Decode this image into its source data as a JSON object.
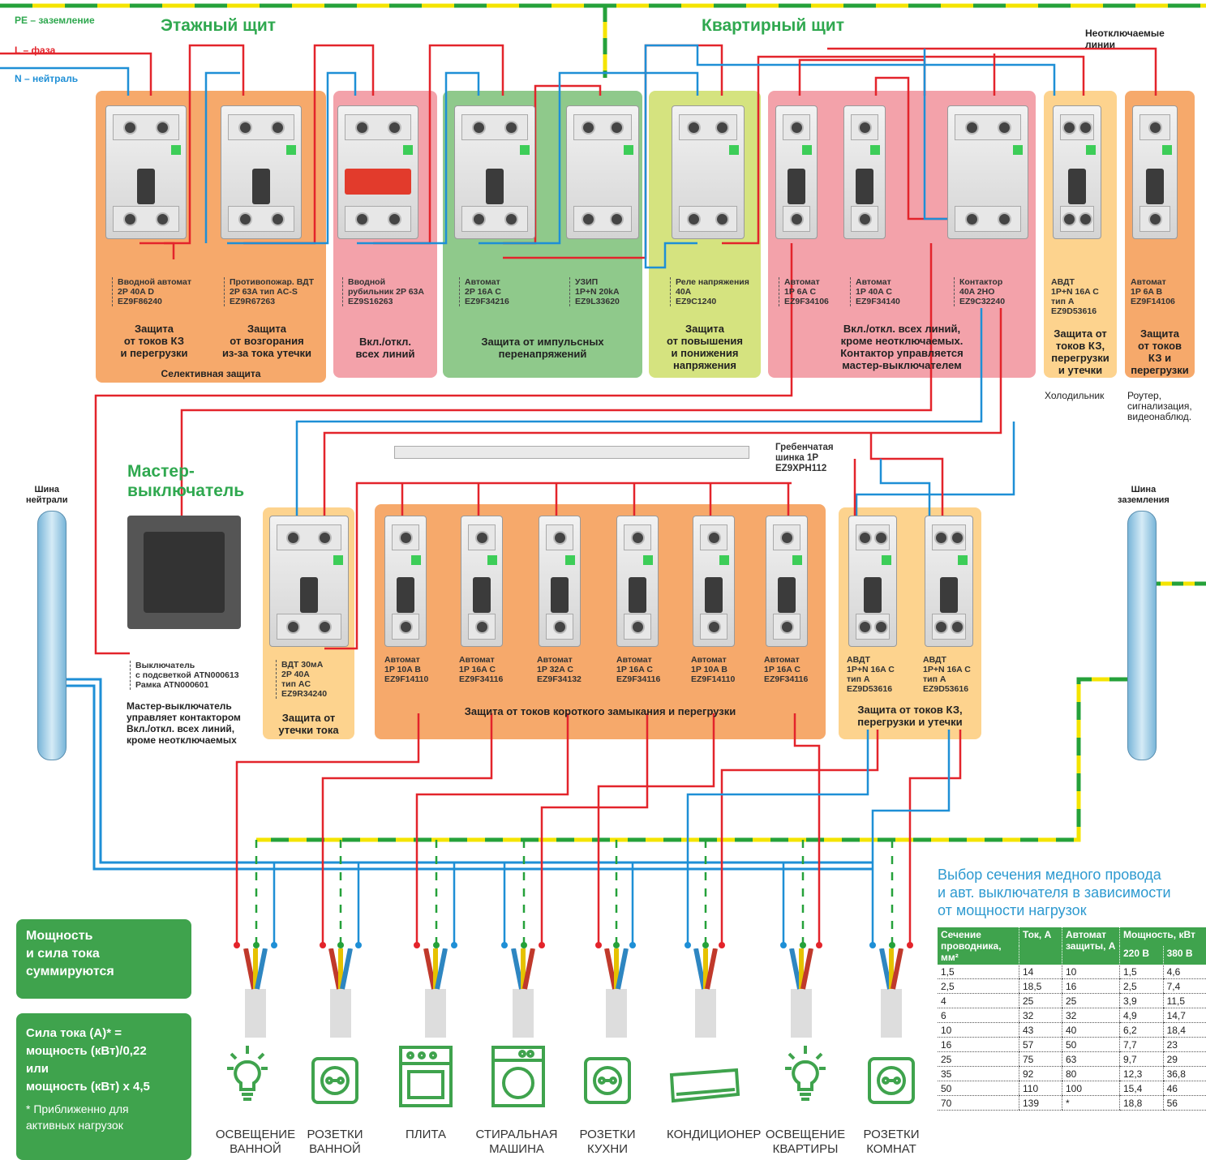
{
  "legend": {
    "pe": "PE – заземление",
    "l": "L – фаза",
    "n": "N – нейтраль"
  },
  "titles": {
    "floor": "Этажный щит",
    "apartment": "Квартирный щит",
    "master": "Мастер-\nвыключатель",
    "unswitched": "Неотключаемые\nлинии"
  },
  "devices": {
    "d1": "Вводной автомат\n2P 40A D\nEZ9F86240",
    "d2": "Противопожар. ВДТ\n2P 63A тип AC-S\nEZ9R67263",
    "d3": "Вводной\nрубильник 2P 63A\nEZ9S16263",
    "d4": "Автомат\n2P 16A C\nEZ9F34216",
    "d5": "УЗИП\n1P+N 20kA\nEZ9L33620",
    "d6": "Реле напряжения\n40A\nEZ9C1240",
    "d7": "Автомат\n1P 6A C\nEZ9F34106",
    "d8": "Автомат\n1P 40A C\nEZ9F34140",
    "d9": "Контактор\n40A 2НО\nEZ9C32240",
    "d10": "АВДТ\n1P+N 16A C\nтип А\nEZ9D53616",
    "d11": "Автомат\n1P 6A B\nEZ9F14106",
    "m1": "ВДТ 30мА\n2P 40A\nтип AC\nEZ9R34240",
    "b1": "Автомат\n1P 10A B\nEZ9F14110",
    "b2": "Автомат\n1P 16A C\nEZ9F34116",
    "b3": "Автомат\n1P 32A C\nEZ9F34132",
    "b4": "Автомат\n1P 16A C\nEZ9F34116",
    "b5": "Автомат\n1P 10A B\nEZ9F14110",
    "b6": "Автомат\n1P 16A C\nEZ9F34116",
    "a1": "АВДТ\n1P+N 16A C\nтип А\nEZ9D53616",
    "a2": "АВДТ\n1P+N 16A C\nтип А\nEZ9D53616",
    "switch": "Выключатель\nс подсветкой ATN000613\nРамка ATN000601",
    "comb": "Гребенчатая\nшинка 1P\nEZ9XPH112"
  },
  "descriptions": {
    "p1a": "Защита\nот токов КЗ\nи перегрузки",
    "p1b": "Защита\nот возгорания\nиз-за тока утечки",
    "p1c": "Селективная защита",
    "p2": "Вкл./откл.\nвсех линий",
    "p3": "Защита от импульсных\nперенапряжений",
    "p4": "Защита\nот повышения\nи понижения\nнапряжения",
    "p5": "Вкл./откл. всех линий,\nкроме неотключаемых.\nКонтактор управляется\nмастер-выключателем",
    "p6": "Защита от\nтоков КЗ,\nперегрузки\nи утечки",
    "p7": "Защита\nот токов\nКЗ и\nперегрузки",
    "m1": "Защита от\nутечки тока",
    "b": "Защита от токов короткого замыкания и перегрузки",
    "a": "Защита от токов КЗ,\nперегрузки и утечки",
    "master": "Мастер-выключатель\nуправляет контактором\nВкл./откл. всех линий,\nкроме неотключаемых"
  },
  "unswitched_loads": {
    "fridge": "Холодильник",
    "router": "Роутер,\nсигнализация,\nвидеонаблюд."
  },
  "bus": {
    "neutral": "Шина\nнейтрали",
    "ground": "Шина\nзаземления"
  },
  "loads": [
    {
      "label": "ОСВЕЩЕНИЕ\nВАННОЙ",
      "icon": "light-bulb-icon"
    },
    {
      "label": "РОЗЕТКИ\nВАННОЙ",
      "icon": "socket-icon"
    },
    {
      "label": "ПЛИТА",
      "icon": "stove-icon"
    },
    {
      "label": "СТИРАЛЬНАЯ\nМАШИНА",
      "icon": "washing-machine-icon"
    },
    {
      "label": "РОЗЕТКИ\nКУХНИ",
      "icon": "socket-icon"
    },
    {
      "label": "КОНДИЦИОНЕР",
      "icon": "air-conditioner-icon"
    },
    {
      "label": "ОСВЕЩЕНИЕ\nКВАРТИРЫ",
      "icon": "light-bulb-icon"
    },
    {
      "label": "РОЗЕТКИ\nКОМНАТ",
      "icon": "socket-icon"
    }
  ],
  "info": {
    "sum": "Мощность\nи сила тока\nсуммируются",
    "formula": "Сила тока (А)* =\nмощность (кВт)/0,22\nили\nмощность (кВт) х 4,5",
    "footnote": "* Приближенно для\nактивных нагрузок"
  },
  "table": {
    "title": "Выбор сечения медного провода\nи авт. выключателя в зависимости\nот мощности нагрузок",
    "headers": [
      "Сечение проводника, мм²",
      "Ток, А",
      "Автомат защиты, А",
      "Мощность, кВт"
    ],
    "subheaders": [
      "220 В",
      "380 В"
    ],
    "rows": [
      [
        "1,5",
        "14",
        "10",
        "1,5",
        "4,6"
      ],
      [
        "2,5",
        "18,5",
        "16",
        "2,5",
        "7,4"
      ],
      [
        "4",
        "25",
        "25",
        "3,9",
        "11,5"
      ],
      [
        "6",
        "32",
        "32",
        "4,9",
        "14,7"
      ],
      [
        "10",
        "43",
        "40",
        "6,2",
        "18,4"
      ],
      [
        "16",
        "57",
        "50",
        "7,7",
        "23"
      ],
      [
        "25",
        "75",
        "63",
        "9,7",
        "29"
      ],
      [
        "35",
        "92",
        "80",
        "12,3",
        "36,8"
      ],
      [
        "50",
        "110",
        "100",
        "15,4",
        "46"
      ],
      [
        "70",
        "139",
        "*",
        "18,8",
        "56"
      ]
    ]
  },
  "colors": {
    "phase": "#e3242b",
    "neutral": "#1e8fd6",
    "ground_yellow": "#f4e400",
    "ground_green": "#25a13a",
    "accent": "#3fa34d"
  }
}
